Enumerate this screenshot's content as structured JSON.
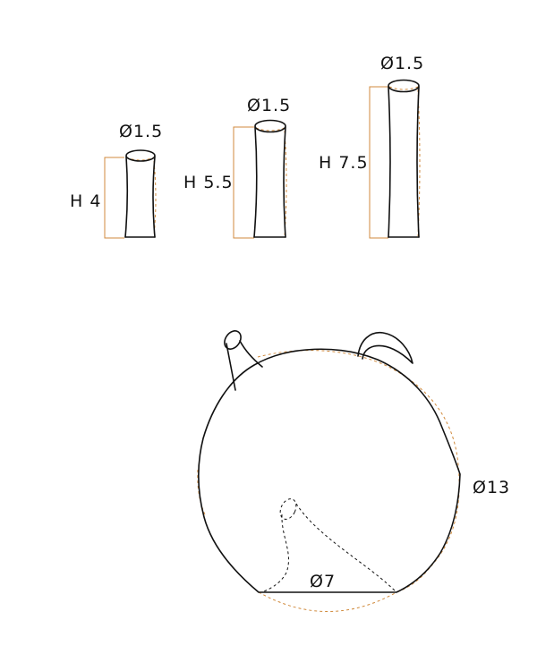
{
  "colors": {
    "line": "#111111",
    "dimension": "#d08a3c",
    "background": "#ffffff"
  },
  "cylinders": [
    {
      "height_label": "H 4",
      "diameter_label": "Ø1.5"
    },
    {
      "height_label": "H 5.5",
      "diameter_label": "Ø1.5"
    },
    {
      "height_label": "H 7.5",
      "diameter_label": "Ø1.5"
    }
  ],
  "fruit": {
    "outer_diameter_label": "Ø13",
    "base_diameter_label": "Ø7"
  }
}
